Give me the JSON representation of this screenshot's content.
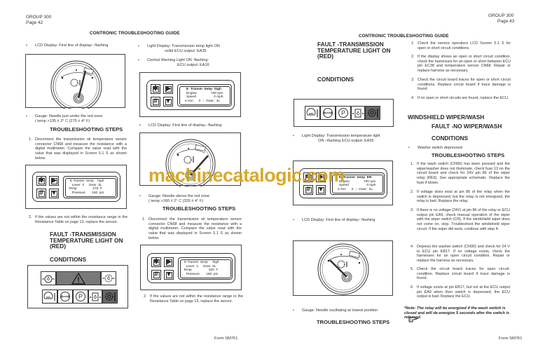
{
  "page_left": {
    "group": "GROUP 300",
    "page": "Page 42",
    "guide_title": "CONTRONIC TROUBLESHOOTING GUIDE",
    "col1": {
      "bullet_lcd": "LCD  Display: First line of display– flashing",
      "bullet_gauge_line1": "Gauge: Needle just under the red zone",
      "bullet_gauge_line2": "( temp >135 ± 2° C  (275 ± 4° F)",
      "steps_heading": "TROUBLESHOOTING STEPS",
      "step1_num": "1.",
      "step1": "Disconnect the transmission oil temperature sensor connector CN68 and measure the resistance with a digital multimeter. Compare the value read with the value that was displayed in Screen 5.1 S as shown below.",
      "lcd": {
        "line1": "E Transm  temp    high",
        "line2": "  Lever  2     Gear  3L",
        "line3": "Temp                 275  F",
        "line4": "  Pressure       150  psi"
      },
      "step2_num": "2.",
      "step2": "If the values are not within the resistance range in the Resistance Table on page 13, replace the sensor.",
      "fault_heading": "FAULT -TRANSMISSION TEMPERATURE  LIGHT ON (RED)",
      "conditions": "CONDITIONS"
    },
    "col2": {
      "bullet_light_line1": "Light  Display: Transmission temp light ON",
      "bullet_light_line2": "-solid  ECU output: EA35",
      "bullet_warning_line1": "Central Warning Light ON -flashing:",
      "bullet_warning_line2": "ECU output:  EA16",
      "lcd": {
        "line1": "E  Transm  temp  high",
        "line2": "Engine               700 rpm",
        "line3": "Speed                   0 mph",
        "line4": "s–ton      0  ↓  Gear:  3L"
      },
      "bullet_lcd": "LCD  Display: First line of display– flashing",
      "bullet_gauge_line1": "Gauge: Needle above the red zone",
      "bullet_gauge_line2": "( temp >160 ±  2° C  (320 ± 4° F)",
      "steps_heading": "TROUBLESHOOTING STEPS",
      "step1_num": "1.",
      "step1": "Disconnect the transmission oil temperature sensor connector CN68 and measure the resistance with a digital multimeter. Compare the value read with the value that was displayed in Screen 5.1 S as shown below.",
      "lcd2": {
        "line1": "E Transm  temp     high",
        "line2": "  Lever  2     Gear  3L",
        "line3": "Temp                  320  F",
        "line4": "  Pressure       150  psi"
      },
      "step2_num": "2.",
      "step2": "If the values are not within the resistance range in the Resistance Table on page 13, replace the sensor."
    },
    "footer": "Form SM761"
  },
  "page_right": {
    "group": "GROUP 300",
    "page": "Page 43",
    "guide_title": "CONTRONIC TROUBLESHOOTING GUIDE",
    "col1": {
      "fault_heading": "FAULT -TRANSMISSION TEMPERATURE  LIGHT ON (RED)",
      "conditions": "CONDITIONS",
      "bullet_light_line1": "Light  Display: Transmission temperature light",
      "bullet_light_line2": "ON –flashing ECU output: EA35",
      "lcd": {
        "line1": "E  Transm  temp  ER",
        "line2": "Engine               700 rpm",
        "line3": "Speed                   0 mph",
        "line4": "s–ton      0  ↓  Gear:  3L"
      },
      "bullet_lcd": "LCD  Display: First line of display– flashing",
      "bullet_gauge": "Gauge: Needle oscillating at lowest position",
      "steps_heading": "TROUBLESHOOTING STEPS"
    },
    "col2": {
      "steps_top": [
        {
          "num": "1.",
          "text": "Check  the service operators LCD Screen 5.1 S for open or short circuit conditions."
        },
        {
          "num": "2.",
          "text": "If the display shows an open or short circuit condition, check the harnesses for an open or short between ECU pin EC38 and temperature sensor CN68. Repair or replace harness as necessary."
        },
        {
          "num": "3.",
          "text": "Check the circuit board traces for open or short circuit conditions. Replace circuit board if trace damage is found."
        },
        {
          "num": "4.",
          "text": "If no open or short circuits are found, replace the ECU."
        }
      ],
      "section_title": "WINDSHIELD WIPER/WASH",
      "fault_heading": "FAULT -NO WIPER/WASH",
      "conditions": "CONDITIONS",
      "bullet_washer": "Washer switch depressed",
      "steps_heading": "TROUBLESHOOTING STEPS",
      "steps": [
        {
          "num": "1.",
          "text": "If the wash switch (CN90) has been pressed and the wiper/washer does not illuminate, check fuse 13 on the circuit board and check for 24V pin 86 of the wiper relay (RE6). See appropriate schematic. Replace the fuse if blown."
        },
        {
          "num": "2.",
          "text": "If voltage does exist at pin 86 of the relay when the switch is depressed, but the relay is not energized, the relay is bad. Replace the relay."
        },
        {
          "num": "3.",
          "text": "If there is no voltage (24V) at pin 86 of the relay or ECU output pin EA9, check manual operation of the wiper with the wiper switch (CN). If the windshield wiper does not come on, stop. Troubleshoot the windshield wiper circuit. If the wiper did work, continue with step 4."
        },
        {
          "num": "4.",
          "text": "Depress the washer switch (CN90) and check for 24 V to ECU pin EB17. If no voltage exists, check the harnesses for an open circuit condition. Repair or replace the harness as necessary."
        },
        {
          "num": "5.",
          "text": "Check the circuit board traces for open circuit-condition. Replace circuit board if trace damage is found."
        },
        {
          "num": "6.",
          "text": "If voltage exists at pin EB17, but not at the ECU output pin EA9 when then switch is depressed, the ECU output is bad. Replace the ECU."
        }
      ],
      "note_label": "*Note:",
      "note_text": "The relay will be energized if the wash switch is closed and will de-energize 5 seconds after the switch is released."
    },
    "footer": "Form SM761"
  },
  "keys": {
    "star": "✱",
    "hash": "#",
    "right": "▶",
    "down": "▼"
  },
  "icons": [
    "engine-temp-icon",
    "brake-icon",
    "parking-brake-icon",
    "coolant-level-icon",
    "transmission-temp-icon",
    "engine-oil-icon",
    "central-warning-icon",
    "hydraulic-oil-icon"
  ],
  "watermark": "machinecatalogic.com"
}
